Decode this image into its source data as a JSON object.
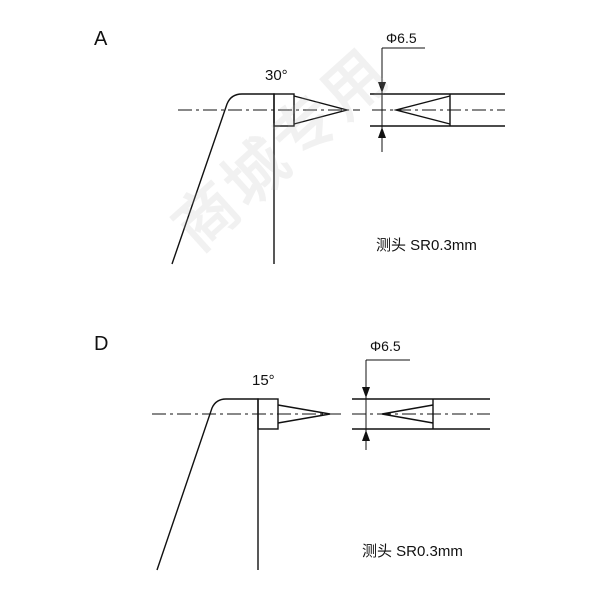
{
  "panels": [
    {
      "letter": "A",
      "tip_angle": "30°",
      "diameter": "Φ6.5",
      "probe_note": "测头 SR0.3mm"
    },
    {
      "letter": "D",
      "tip_angle": "15°",
      "diameter": "Φ6.5",
      "probe_note": "测头 SR0.3mm"
    }
  ],
  "watermark": "商城专用",
  "colors": {
    "line": "#111111",
    "background": "#ffffff"
  }
}
